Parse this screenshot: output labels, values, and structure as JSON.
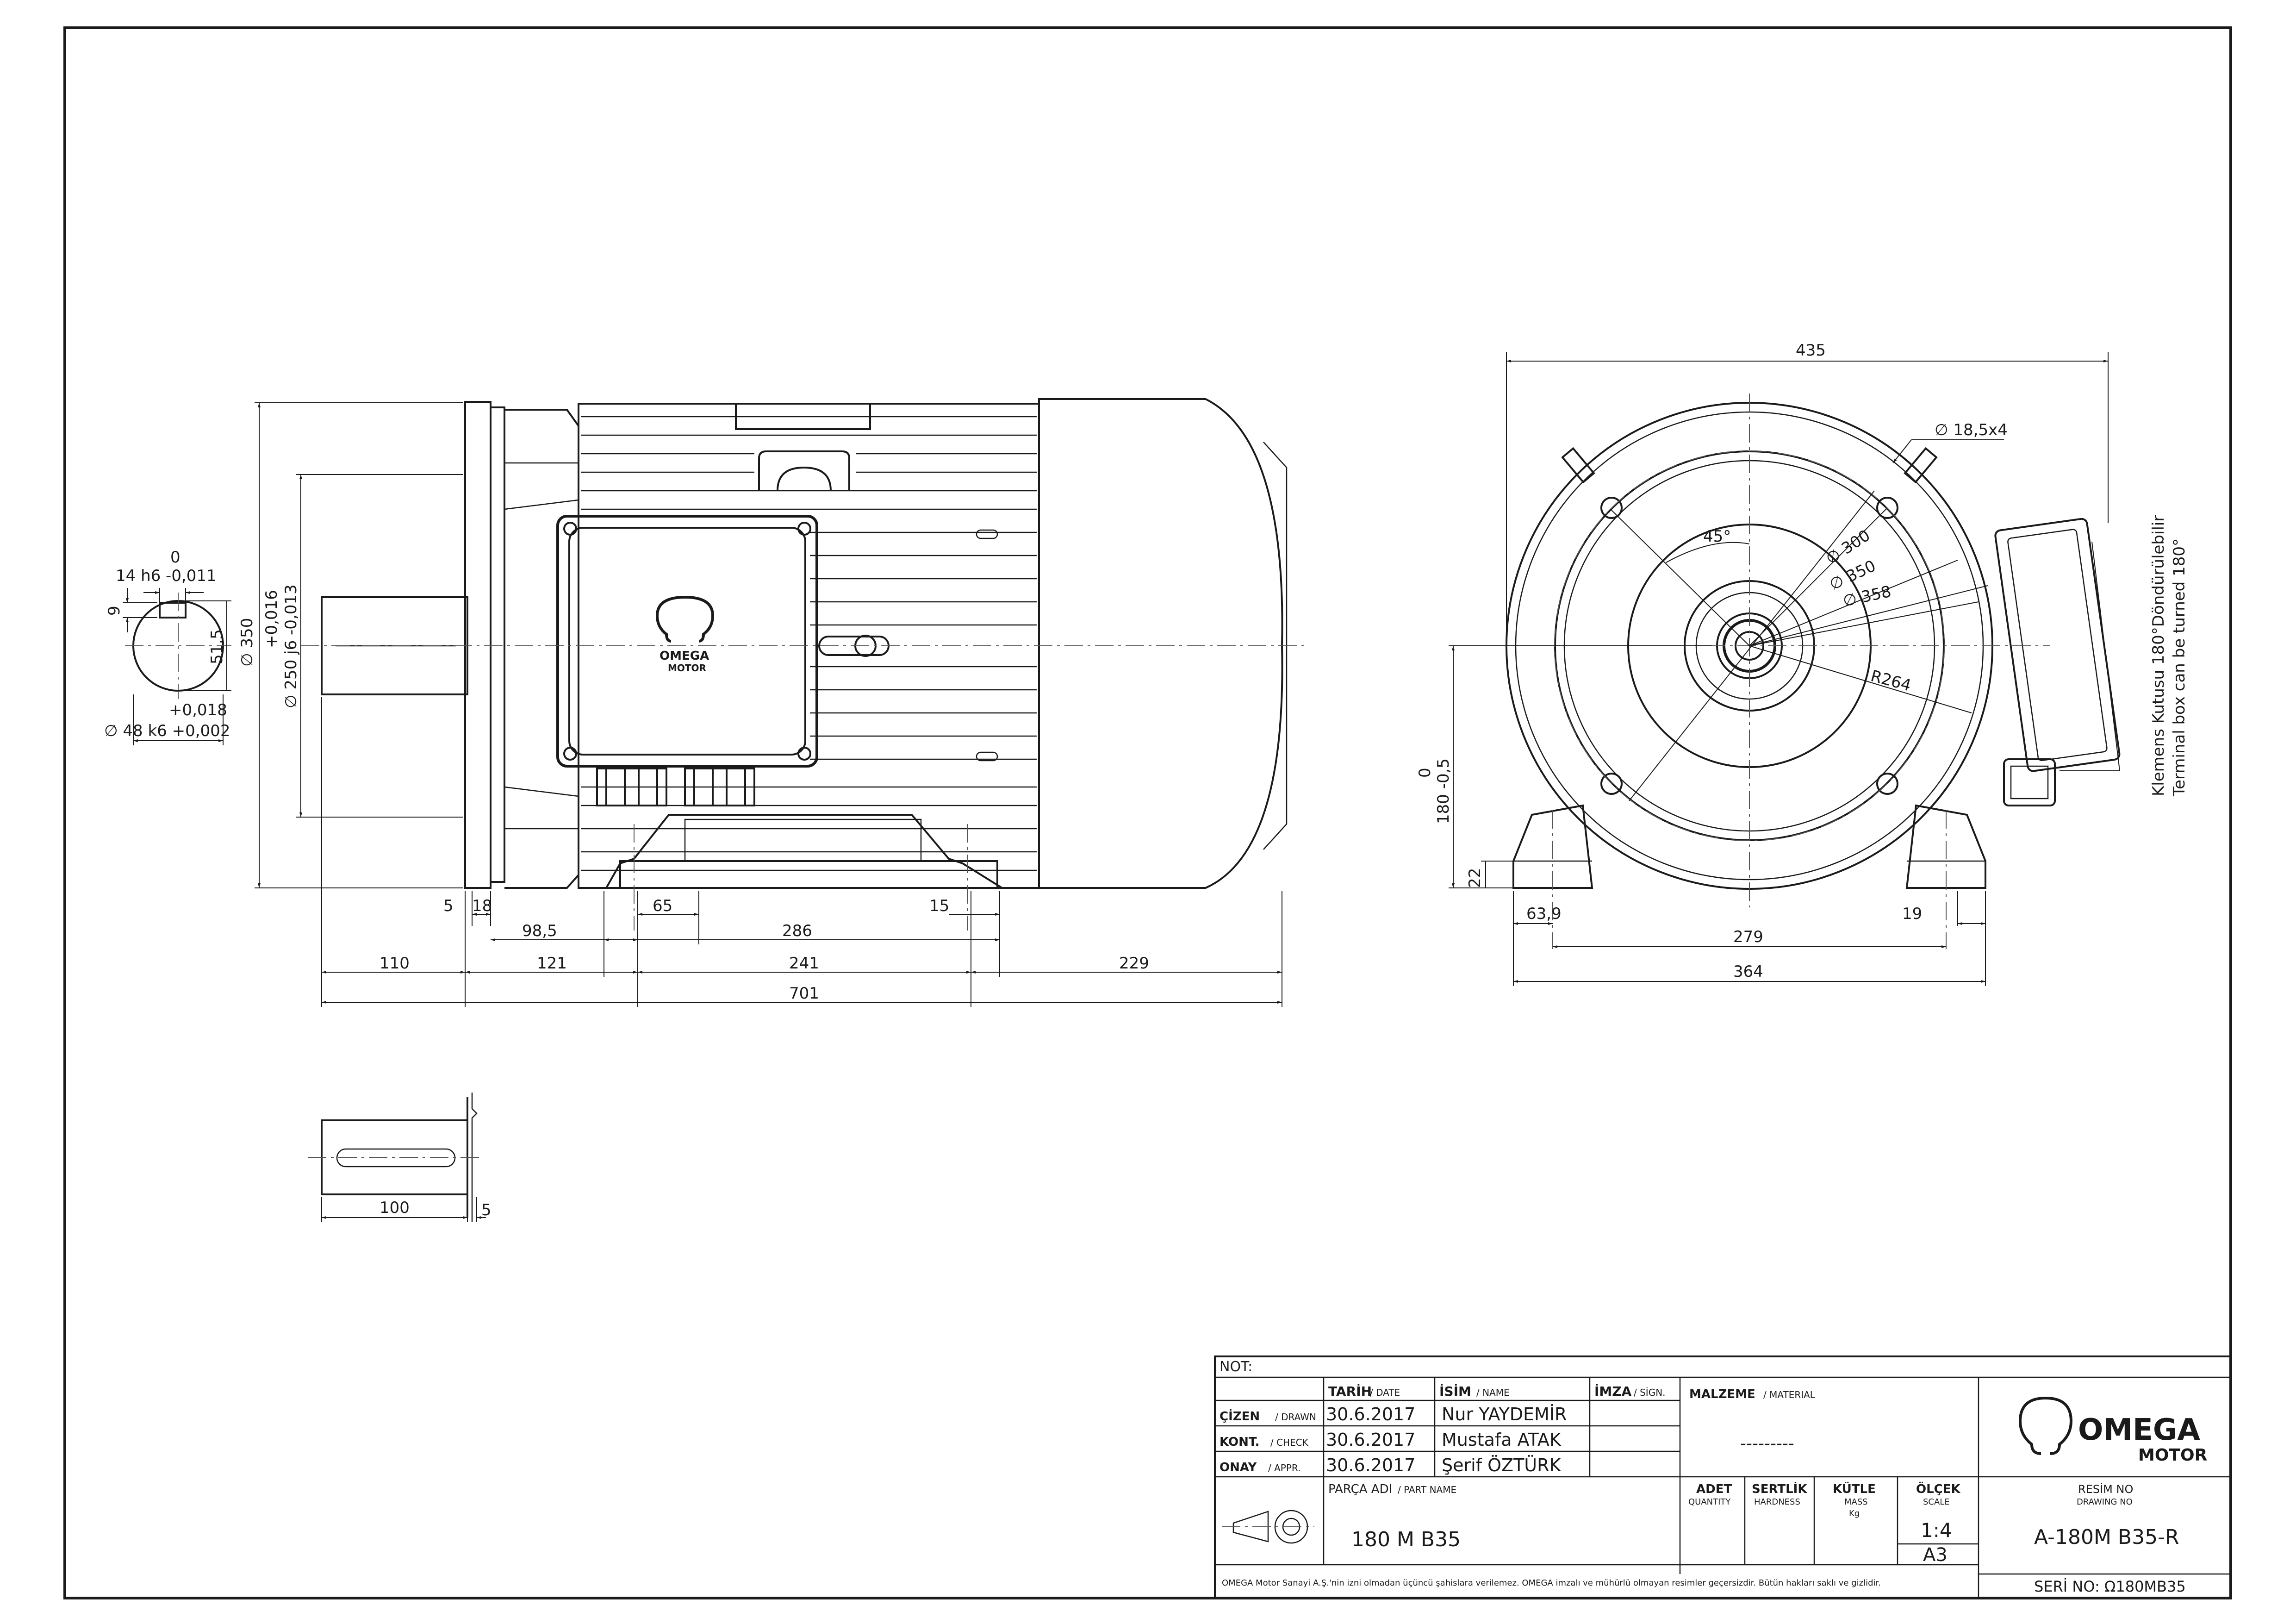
{
  "views": {
    "shaft_section": {
      "key_tol_upper": "0",
      "key_label": "14 h6 -0,011",
      "key_depth": "9",
      "key_height": "51,5",
      "shaft_tol_upper": "+0,018",
      "shaft_label": "∅ 48 k6 +0,002"
    },
    "side": {
      "flange_dia": "∅ 350",
      "spigot_tol": "+0,016",
      "spigot_label": "∅ 250 j6 -0,013",
      "dims": {
        "d5": "5",
        "d18": "18",
        "d98_5": "98,5",
        "d65": "65",
        "d286": "286",
        "d15": "15",
        "d110": "110",
        "d121": "121",
        "d241": "241",
        "d229": "229",
        "d701": "701"
      }
    },
    "front": {
      "d435": "435",
      "holes": "∅ 18,5x4",
      "angle": "45°",
      "pcd300": "∅ 300",
      "pcd350": "∅ 350",
      "pcd358": "∅ 358",
      "r264": "R264",
      "shaft_height_upper": "0",
      "shaft_height": "180 -0,5",
      "d22": "22",
      "d63_9": "63,9",
      "d279": "279",
      "d19": "19",
      "d364": "364",
      "note1": "Klemens Kutusu 180°Döndürülebilir",
      "note2": "Terminal box can be turned 180°"
    },
    "key_detail": {
      "d100": "100",
      "d5": "5"
    }
  },
  "logo": {
    "name": "OMEGA",
    "sub": "MOTOR"
  },
  "title_block": {
    "not_label": "NOT:",
    "date_header": "TARİH",
    "date_header_en": "/ DATE",
    "name_header": "İSİM",
    "name_header_en": "/ NAME",
    "sign_header": "İMZA",
    "sign_header_en": "/ SİGN.",
    "rows": [
      {
        "role": "ÇİZEN",
        "role_en": "/ DRAWN",
        "date": "30.6.2017",
        "name": "Nur YAYDEMİR"
      },
      {
        "role": "KONT.",
        "role_en": "/ CHECK",
        "date": "30.6.2017",
        "name": "Mustafa ATAK"
      },
      {
        "role": "ONAY",
        "role_en": "/ APPR.",
        "date": "30.6.2017",
        "name": "Şerif ÖZTÜRK"
      }
    ],
    "material_label": "MALZEME",
    "material_label_en": "/ MATERIAL",
    "material_value": "---------",
    "part_name_label": "PARÇA ADI",
    "part_name_label_en": "/ PART NAME",
    "part_name": "180 M B35",
    "quantity_label": "ADET",
    "quantity_label_en": "QUANTITY",
    "hardness_label": "SERTLİK",
    "hardness_label_en": "HARDNESS",
    "mass_label": "KÜTLE",
    "mass_label_en": "MASS",
    "mass_unit": "Kg",
    "scale_label": "ÖLÇEK",
    "scale_label_en": "SCALE",
    "scale_value": "1:4",
    "sheet_size": "A3",
    "drawing_no_label": "RESİM NO",
    "drawing_no_label_en": "DRAWING NO",
    "drawing_no": "A-180M B35-R",
    "serial": "SERİ NO: Ω180MB35",
    "disclaimer": "OMEGA Motor Sanayi A.Ş.'nin izni olmadan üçüncü şahislara verilemez. OMEGA imzalı ve mühürlü olmayan resimler geçersizdir. Bütün hakları saklı ve gizlidir."
  }
}
